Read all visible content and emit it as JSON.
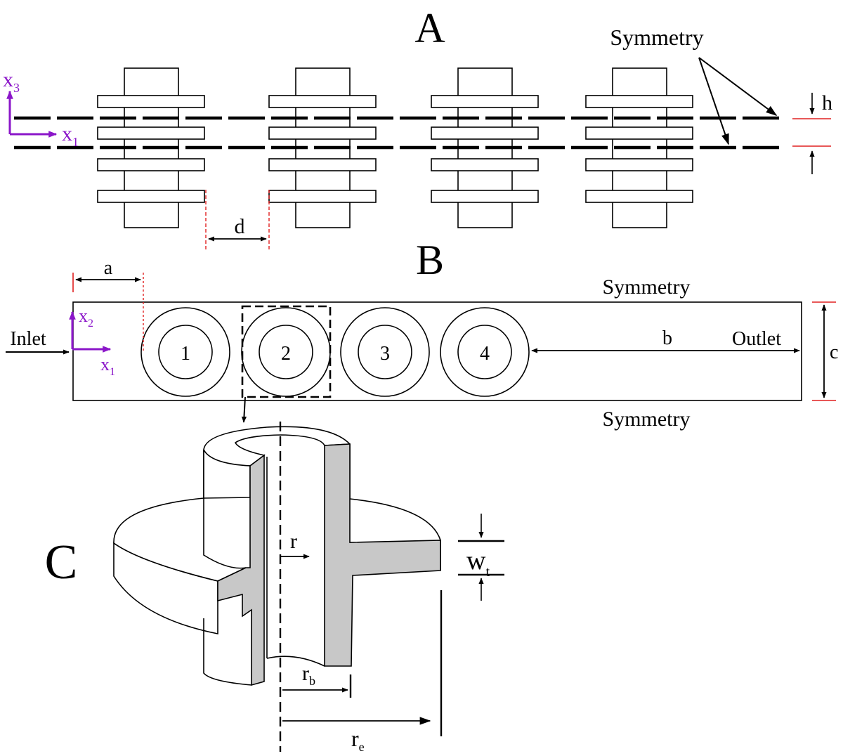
{
  "colors": {
    "axis": "#8b16c9",
    "dim_marker": "#e02020",
    "section_fill": "#c8c8c8",
    "line": "#000000"
  },
  "panel_a": {
    "label": "A",
    "symmetry_label": "Symmetry",
    "h_label": "h",
    "d_label": "d",
    "axis_vertical": "x",
    "axis_vertical_sub": "3",
    "axis_horizontal": "x",
    "axis_horizontal_sub": "1"
  },
  "panel_b": {
    "label": "B",
    "symmetry_top": "Symmetry",
    "symmetry_bottom": "Symmetry",
    "inlet": "Inlet",
    "outlet": "Outlet",
    "a_label": "a",
    "b_label": "b",
    "c_label": "c",
    "axis_vertical": "x",
    "axis_vertical_sub": "2",
    "axis_horizontal": "x",
    "axis_horizontal_sub": "1",
    "tube_numbers": [
      "1",
      "2",
      "3",
      "4"
    ]
  },
  "panel_c": {
    "label": "C",
    "r_label": "r",
    "rb_label": "r",
    "rb_sub": "b",
    "re_label": "r",
    "re_sub": "e",
    "wt_label": "w",
    "wt_sub": "t"
  }
}
